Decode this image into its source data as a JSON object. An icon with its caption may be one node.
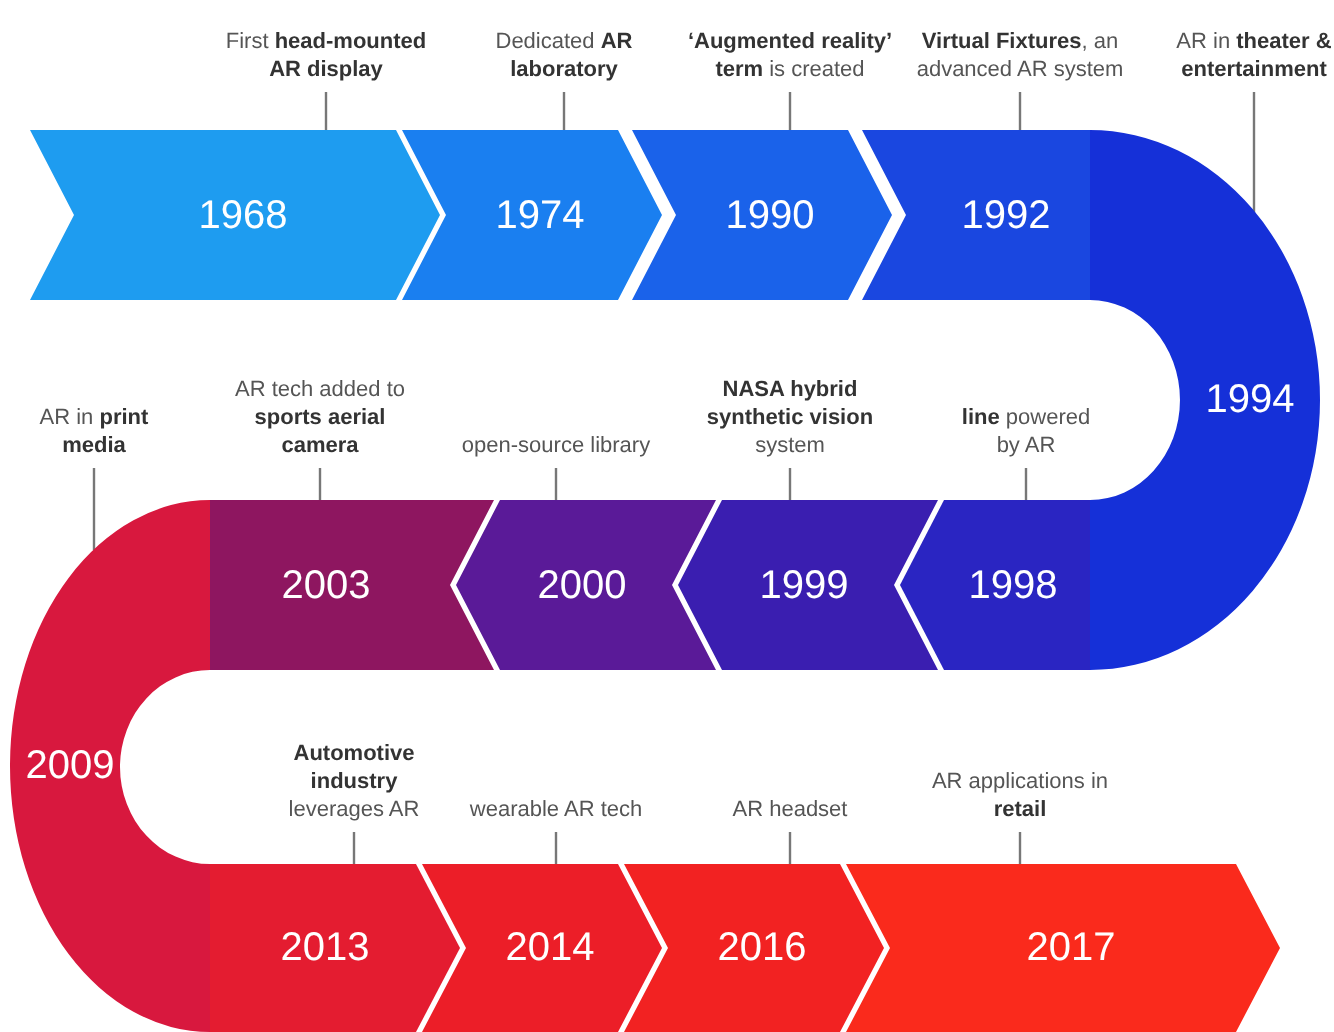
{
  "diagram": {
    "nodes": [
      {
        "text": [
          "First **head-mounted AR display**"
        ]
      },
      {
        "text": [
          "1968"
        ]
      },
      {
        "text": [
          "Dedicated **AR laboratory**"
        ]
      },
      {
        "text": [
          "1974"
        ]
      },
      {
        "text": [
          "**‘Augmented reality’ term** is created"
        ]
      },
      {
        "text": [
          "1990"
        ]
      },
      {
        "text": [
          "**Virtual Fixtures**, an advanced AR system"
        ]
      },
      {
        "text": [
          "1992"
        ]
      },
      {
        "text": [
          "AR in **theater & entertainment**"
        ]
      },
      {
        "text": [
          "1994"
        ]
      },
      {
        "text": [
          "**line** powered by AR"
        ]
      },
      {
        "text": [
          "1998"
        ]
      },
      {
        "text": [
          "**NASA hybrid synthetic vision** system"
        ]
      },
      {
        "text": [
          "1999"
        ]
      },
      {
        "text": [
          "open-source library"
        ]
      },
      {
        "text": [
          "2000"
        ]
      },
      {
        "text": [
          "AR tech added to **sports aerial camera**"
        ]
      },
      {
        "text": [
          "2003"
        ]
      },
      {
        "text": [
          "AR in **print media**"
        ]
      },
      {
        "text": [
          "2009"
        ]
      },
      {
        "text": [
          "**Automotive industry** leverages AR"
        ]
      },
      {
        "text": [
          "2013"
        ]
      },
      {
        "text": [
          "wearable AR tech"
        ]
      },
      {
        "text": [
          "2014"
        ]
      },
      {
        "text": [
          "AR headset"
        ]
      },
      {
        "text": [
          "2016"
        ]
      },
      {
        "text": [
          "AR applications in **retail**"
        ]
      },
      {
        "text": [
          "2017"
        ]
      }
    ],
    "edges": [
      {
        "from": 0,
        "to": 1,
        "arrow": "none"
      },
      {
        "from": 2,
        "to": 3,
        "arrow": "none"
      },
      {
        "from": 4,
        "to": 5,
        "arrow": "none"
      },
      {
        "from": 6,
        "to": 7,
        "arrow": "none"
      },
      {
        "from": 8,
        "to": 9,
        "arrow": "none"
      },
      {
        "from": 10,
        "to": 11,
        "arrow": "none"
      },
      {
        "from": 12,
        "to": 13,
        "arrow": "none"
      },
      {
        "from": 14,
        "to": 15,
        "arrow": "none"
      },
      {
        "from": 16,
        "to": 17,
        "arrow": "none"
      },
      {
        "from": 18,
        "to": 19,
        "arrow": "none"
      },
      {
        "from": 20,
        "to": 21,
        "arrow": "none"
      },
      {
        "from": 22,
        "to": 23,
        "arrow": "none"
      },
      {
        "from": 24,
        "to": 25,
        "arrow": "none"
      },
      {
        "from": 26,
        "to": 27,
        "arrow": "none"
      }
    ]
  }
}
